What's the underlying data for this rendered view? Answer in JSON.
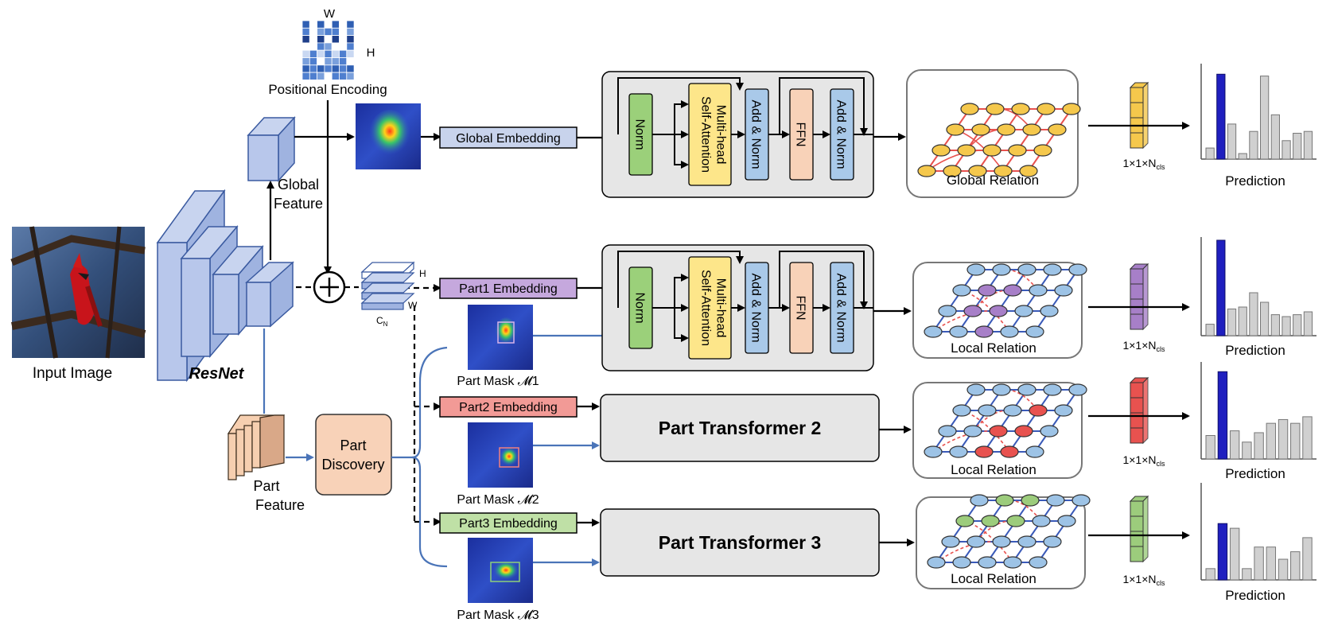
{
  "input": {
    "label": "Input Image"
  },
  "backbone": {
    "label": "ResNet"
  },
  "positional": {
    "label": "Positional Encoding",
    "w": "W",
    "h": "H"
  },
  "global_feature": {
    "line1": "Global",
    "line2": "Feature"
  },
  "tensor": {
    "h": "H",
    "w": "W",
    "c": "C",
    "c_sub": "N"
  },
  "part_feature": {
    "line1": "Part",
    "line2": "Feature"
  },
  "part_discovery": {
    "line1": "Part",
    "line2": "Discovery"
  },
  "embeddings": {
    "global": "Global Embedding",
    "part1": "Part1 Embedding",
    "part2": "Part2 Embedding",
    "part3": "Part3 Embedding"
  },
  "masks": {
    "m1": "Part Mask 𝓜1",
    "m2": "Part Mask 𝓜2",
    "m3": "Part Mask 𝓜3"
  },
  "transformer": {
    "norm": "Norm",
    "mha_1": "Multi-head",
    "mha_2": "Self-Attention",
    "add_norm": "Add & Norm",
    "ffn": "FFN",
    "part2": "Part Transformer 2",
    "part3": "Part Transformer 3"
  },
  "relations": {
    "global": "Global Relation",
    "local": "Local Relation"
  },
  "output": {
    "size_prefix": "1×1×N",
    "size_sub": "cls",
    "prediction": "Prediction"
  },
  "colors": {
    "global": "#f5c84c",
    "part1": "#a77fc8",
    "part2": "#e8524f",
    "part3": "#9ccc7c",
    "embedding_global": "#c8d3ec",
    "embedding_part1": "#c5a8dd",
    "embedding_part2": "#f29a96",
    "embedding_part3": "#bfe0a6",
    "node_blue": "#9dc3e6",
    "bar_highlight": "#1f1fbf",
    "bar_gray": "#d0d0d0",
    "flow_blue": "#4a74b8",
    "norm_green": "#9bd07a",
    "mha_yellow": "#fde68a",
    "addnorm_blue": "#a9c9e9",
    "ffn_peach": "#f8d2b8"
  },
  "chart_data": [
    {
      "type": "bar",
      "title": "Prediction",
      "values": [
        0.12,
        0.92,
        0.38,
        0.06,
        0.3,
        0.9,
        0.48,
        0.2,
        0.28,
        0.3
      ],
      "highlight_index": 1
    },
    {
      "type": "bar",
      "title": "Prediction",
      "values": [
        0.12,
        1.0,
        0.28,
        0.3,
        0.45,
        0.35,
        0.22,
        0.2,
        0.22,
        0.25
      ],
      "highlight_index": 1
    },
    {
      "type": "bar",
      "title": "Prediction",
      "values": [
        0.25,
        0.93,
        0.3,
        0.18,
        0.28,
        0.38,
        0.42,
        0.38,
        0.45
      ],
      "highlight_index": 1
    },
    {
      "type": "bar",
      "title": "Prediction",
      "values": [
        0.12,
        0.6,
        0.55,
        0.12,
        0.35,
        0.35,
        0.22,
        0.3,
        0.45
      ],
      "highlight_index": 1
    }
  ]
}
